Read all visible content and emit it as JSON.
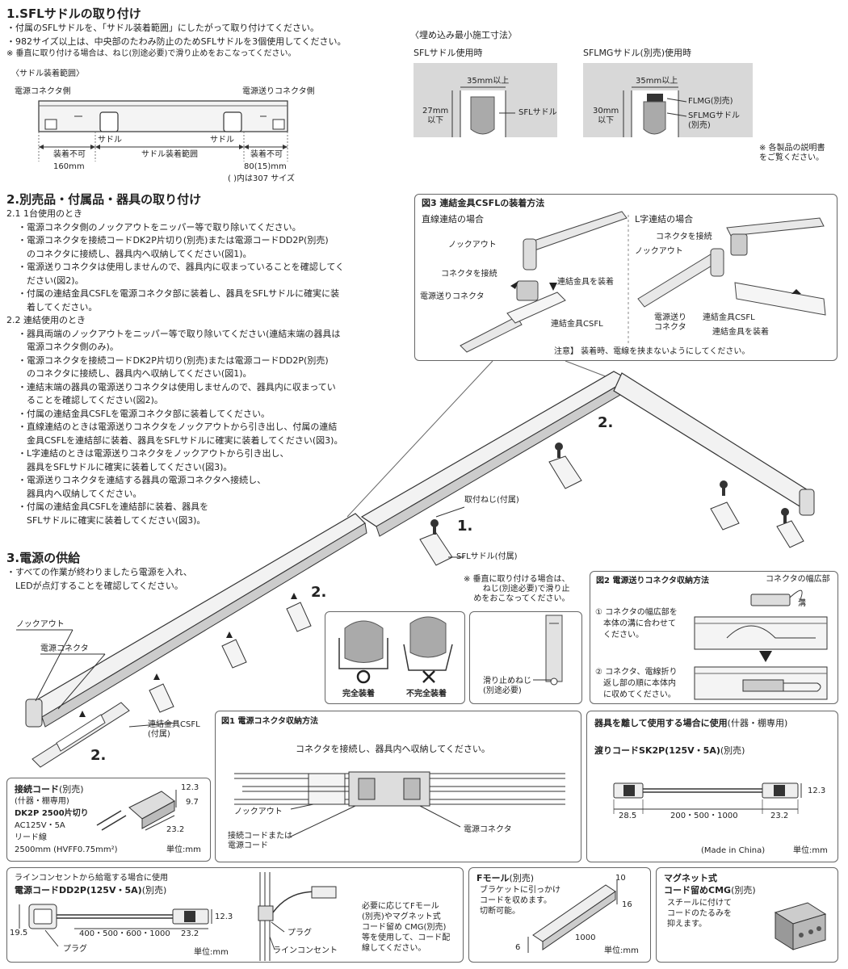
{
  "s1": {
    "title": "1.SFLサドルの取り付け",
    "lines": [
      "・付属のSFLサドルを、「サドル装着範囲」にしたがって取り付けてください。",
      "・982サイズ以上は、中央部のたわみ防止のためSFLサドルを3個使用してください。",
      "※ 垂直に取り付ける場合は、ねじ(別途必要)で滑り止めをおこなってください。"
    ],
    "range_title": "〈サドル装着範囲〉",
    "power_side": "電源コネクタ側",
    "feed_side": "電源送りコネクタ側",
    "saddle": "サドル",
    "saddle_range": "サドル装着範囲",
    "no_mount": "装着不可",
    "dim_left": "160mm",
    "dim_right": "80(15)mm",
    "dim_note": "( )内は307 サイズ"
  },
  "embed": {
    "title": "〈埋め込み最小施工寸法〉",
    "left_title": "SFLサドル使用時",
    "right_title": "SFLMGサドル(別売)使用時",
    "w35": "35mm以上",
    "h27": "27mm\n以下",
    "h30": "30mm\n以下",
    "sfl_saddle": "SFLサドル",
    "flmg": "FLMG(別売)",
    "sflmg": "SFLMGサドル\n(別売)",
    "note": "※ 各製品の説明書\nをご覧ください。"
  },
  "s2": {
    "title": "2.別売品・付属品・器具の取り付け",
    "sub1": "2.1 1台使用のとき",
    "items1": [
      "・電源コネクタ側のノックアウトをニッパー等で取り除いてください。",
      "・電源コネクタを接続コードDK2P片切り(別売)または電源コードDD2P(別売)",
      "　のコネクタに接続し、器具内へ収納してください(図1)。",
      "・電源送りコネクタは使用しませんので、器具内に収まっていることを確認してく",
      "　ださい(図2)。",
      "・付属の連結金具CSFLを電源コネクタ部に装着し、器具をSFLサドルに確実に装",
      "　着してください。"
    ],
    "sub2": "2.2 連結使用のとき",
    "items2": [
      "・器具両端のノックアウトをニッパー等で取り除いてください(連結末端の器具は",
      "　電源コネクタ側のみ)。",
      "・電源コネクタを接続コードDK2P片切り(別売)または電源コードDD2P(別売)",
      "　のコネクタに接続し、器具内へ収納してください(図1)。",
      "・連結末端の器具の電源送りコネクタは使用しませんので、器具内に収まってい",
      "　ることを確認してください(図2)。",
      "・付属の連結金具CSFLを電源コネクタ部に装着してください。",
      "・直線連結のときは電源送りコネクタをノックアウトから引き出し、付属の連結",
      "　金具CSFLを連結部に装着、器具をSFLサドルに確実に装着してください(図3)。",
      "・L字連結のときは電源送りコネクタをノックアウトから引き出し、",
      "　器具をSFLサドルに確実に装着してください(図3)。",
      "・電源送りコネクタを連結する器具の電源コネクタへ接続し、",
      "　器具内へ収納してください。",
      "・付属の連結金具CSFLを連結部に装着、器具を",
      "　SFLサドルに確実に装着してください(図3)。"
    ]
  },
  "s3": {
    "title": "3.電源の供給",
    "lines": [
      "・すべての作業が終わりましたら電源を入れ、",
      "　LEDが点灯することを確認してください。"
    ]
  },
  "fig3": {
    "title": "図3 連結金具CSFLの装着方法",
    "straight": "直線連結の場合",
    "lshape": "L字連結の場合",
    "knockout": "ノックアウト",
    "connect": "コネクタを接続",
    "feed": "電源送りコネクタ",
    "mount_csfl": "連結金具を装着",
    "csfl": "連結金具CSFL",
    "feed2": "電源送り\nコネクタ",
    "connect2": "コネクタを接続",
    "knockout2": "ノックアウト",
    "csfl2": "連結金具CSFL",
    "mount2": "連結金具を装着",
    "note": "注意】 装着時、電線を挟まないようにしてください。"
  },
  "main": {
    "num1": "1.",
    "num2a": "2.",
    "num2b": "2.",
    "num2c": "2.",
    "screw": "取付ねじ(付属)",
    "saddle": "SFLサドル(付属)",
    "vertical_note": "※ 垂直に取り付ける場合は、\nねじ(別途必要)で滑り止\nめをおこなってください。",
    "knockout": "ノックアウト",
    "power_conn": "電源コネクタ",
    "csfl": "連結金具CSFL\n(付属)",
    "ok": "完全装着",
    "ng": "不完全装着",
    "stopper": "滑り止めねじ\n(別途必要)"
  },
  "fig2": {
    "title": "図2 電源送りコネクタ収納方法",
    "wide": "コネクタの幅広部",
    "groove": "溝",
    "step1": "① コネクタの幅広部を\n　本体の溝に合わせて\n　ください。",
    "step2": "② コネクタ、電線折り\n　返し部の順に本体内\n　に収めてください。"
  },
  "fig1": {
    "title": "図1 電源コネクタ収納方法",
    "instruction": "コネクタを接続し、器具内へ収納してください。",
    "knockout": "ノックアウト",
    "cord": "接続コードまたは\n電源コード",
    "power_conn": "電源コネクタ"
  },
  "sk2p": {
    "title_b": "器具を離して使用する場合に使用",
    "title_n": "(什器・棚専用)",
    "name_b": "渡りコードSK2P(125V・5A)",
    "name_n": "(別売)",
    "d1": "28.5",
    "d2": "200・500・1000",
    "d3": "23.2",
    "d4": "12.3",
    "made": "(Made in China)",
    "unit": "単位:mm"
  },
  "dk2p": {
    "name_b": "接続コード",
    "name_n": "(別売)",
    "line2": "(什器・棚専用)",
    "model": "DK2P 2500片切り",
    "rating": "AC125V・5A",
    "lead": "リード線",
    "lead2": "2500mm (HVFF0.75mm²)",
    "d1": "12.3",
    "d2": "9.7",
    "d3": "23.2",
    "unit": "単位:mm"
  },
  "dd2p": {
    "line1": "ラインコンセントから給電する場合に使用",
    "name_b": "電源コードDD2P(125V・5A)",
    "name_n": "(別売)",
    "d1": "19.5",
    "d2": "400・500・600・1000",
    "d3": "23.2",
    "d4": "12.3",
    "plug": "プラグ",
    "unit": "単位:mm",
    "plug2": "プラグ",
    "outlet": "ラインコンセント",
    "note": "必要に応じてFモール\n(別売)やマグネット式\nコード留め CMG(別売)\n等を使用して、コード配\n線してください。"
  },
  "fmall": {
    "name_b": "Fモール",
    "name_n": "(別売)",
    "desc": "ブラケットに引っかけ\nコードを収めます。\n切断可能。",
    "d10": "10",
    "d16": "16",
    "d1000": "1000",
    "d6": "6",
    "unit": "単位:mm"
  },
  "cmg": {
    "name1": "マグネット式",
    "name2_b": "コード留めCMG",
    "name2_n": "(別売)",
    "desc": "スチールに付けて\nコードのたるみを\n抑えます。"
  }
}
